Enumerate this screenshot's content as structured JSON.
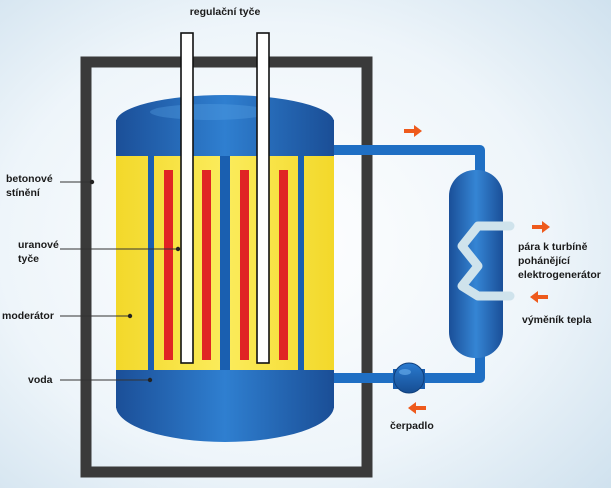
{
  "labels": {
    "control_rods": "regulační tyče",
    "concrete_shield": [
      "betonové",
      "stínění"
    ],
    "uranium_rods": [
      "uranové",
      "tyče"
    ],
    "moderator": "moderátor",
    "water": "voda",
    "steam": [
      "pára k turbíně",
      "pohánějící",
      "elektrogenerátor"
    ],
    "heat_exchanger": "výměník tepla",
    "pump": "čerpadlo"
  },
  "colors": {
    "background": "#e2eef6",
    "concrete": "#3a3a3a",
    "vessel": "#1a5fb0",
    "moderator": "#f6e23a",
    "fuel_rod": "#e02424",
    "control_rod": "#ffffff",
    "pipe": "#1f6fc4",
    "arrow": "#ee5a1c",
    "steam_coil": "#cfe3ec"
  }
}
